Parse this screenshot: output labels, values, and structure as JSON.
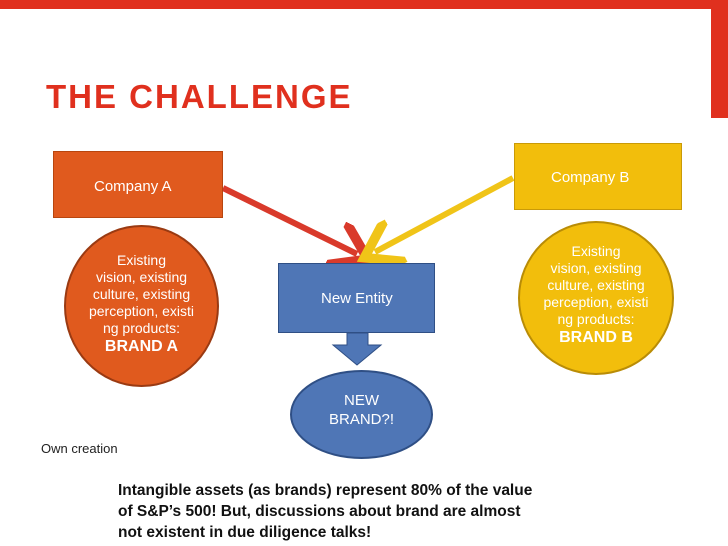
{
  "title": "THE CHALLENGE",
  "company_a": "Company A",
  "company_b": "Company B",
  "new_entity": "New Entity",
  "ellipse_a": {
    "lines": [
      "Existing",
      "vision, existing",
      "culture, existing",
      "perception, existi",
      "ng products:"
    ],
    "brand": "BRAND A"
  },
  "ellipse_b": {
    "lines": [
      "Existing",
      "vision, existing",
      "culture, existing",
      "perception, existi",
      "ng products:"
    ],
    "brand": "BRAND B"
  },
  "new_brand": {
    "line1": "NEW",
    "line2": "BRAND?!"
  },
  "source_note": "Own creation",
  "bottom_text": {
    "line1": "Intangible assets (as brands) represent 80% of the value",
    "line2": "of S&P’s 500! But, discussions about brand are almost",
    "line3": "not existent in due diligence talks!"
  },
  "colors": {
    "accent": "#e0301e",
    "company_a": "#e05a1e",
    "company_b": "#f2be0c",
    "entity": "#4f76b6",
    "arrow_red": "#d93a2b",
    "arrow_yellow": "#f0c418"
  }
}
